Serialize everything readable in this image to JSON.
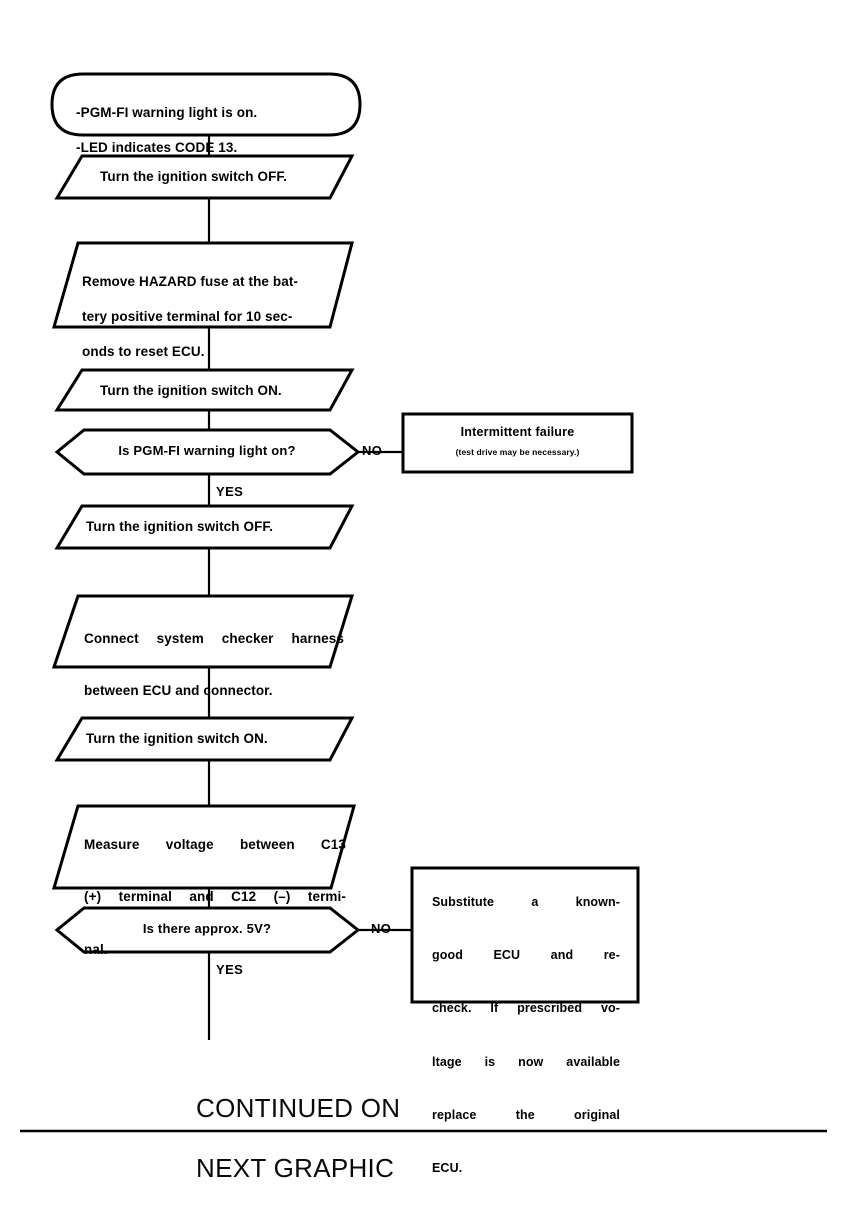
{
  "document": {
    "type": "troubleshooting-flowchart",
    "title_text_visible": false,
    "ink_color": "#000000",
    "background_color": "#ffffff"
  },
  "chart_data": {
    "type": "diagram",
    "subtype": "flowchart",
    "title": "",
    "nodes": [
      {
        "id": "start",
        "shape": "terminator",
        "lines": [
          "-PGM-FI warning light is on.",
          "-LED indicates CODE 13."
        ]
      },
      {
        "id": "step1",
        "shape": "parallelogram",
        "lines": [
          "Turn the ignition switch OFF."
        ]
      },
      {
        "id": "step2",
        "shape": "parallelogram",
        "lines": [
          "Remove HAZARD fuse at the bat-",
          "tery positive terminal for 10 sec-",
          "onds to reset ECU."
        ]
      },
      {
        "id": "step3",
        "shape": "parallelogram",
        "lines": [
          "Turn the ignition switch ON."
        ]
      },
      {
        "id": "decision1",
        "shape": "hexagon",
        "lines": [
          "Is PGM-FI warning light on?"
        ]
      },
      {
        "id": "result1",
        "shape": "rectangle",
        "title": "Intermittent failure",
        "subtitle": "(test drive may be necessary.)"
      },
      {
        "id": "step4",
        "shape": "parallelogram",
        "lines": [
          "Turn the ignition switch OFF."
        ]
      },
      {
        "id": "step5",
        "shape": "parallelogram",
        "lines": [
          "Connect system checker harness",
          "between ECU and connector."
        ]
      },
      {
        "id": "step6",
        "shape": "parallelogram",
        "lines": [
          "Turn the ignition switch ON."
        ]
      },
      {
        "id": "step7",
        "shape": "parallelogram",
        "lines": [
          "Measure voltage between C13",
          "(+) terminal and C12 (–) termi-",
          "nal."
        ]
      },
      {
        "id": "decision2",
        "shape": "hexagon",
        "lines": [
          "Is there approx. 5V?"
        ]
      },
      {
        "id": "result2",
        "shape": "rectangle",
        "lines": [
          "Substitute a known-",
          "good ECU and re-",
          "check. If prescribed vo-",
          "ltage is now available",
          "replace the original",
          "ECU."
        ]
      }
    ],
    "edge_labels": {
      "decision1_no": "NO",
      "decision1_yes": "YES",
      "decision2_no": "NO",
      "decision2_yes": "YES"
    },
    "footer": "CONTINUED ON\nNEXT GRAPHIC"
  },
  "nodes": {
    "start": {
      "line1": "-PGM-FI warning light is on.",
      "line2": "-LED indicates CODE 13."
    },
    "step1": {
      "text": "Turn the ignition switch OFF."
    },
    "step2": {
      "line1": "Remove HAZARD fuse at the bat-",
      "line2": "tery positive terminal for 10 sec-",
      "line3": "onds to reset ECU."
    },
    "step3": {
      "text": "Turn the ignition switch ON."
    },
    "decision1": {
      "text": "Is PGM-FI warning light on?"
    },
    "result1": {
      "title": "Intermittent failure",
      "subtitle": "(test drive may be necessary.)"
    },
    "step4": {
      "text": "Turn the ignition switch OFF."
    },
    "step5": {
      "line1": "Connect system checker harness",
      "line2": "between ECU and connector."
    },
    "step6": {
      "text": "Turn the ignition switch ON."
    },
    "step7": {
      "line1": "Measure voltage between C13",
      "line2": "(+) terminal and C12 (–) termi-",
      "line3": "nal."
    },
    "decision2": {
      "text": "Is there approx. 5V?"
    },
    "result2": {
      "line1": "Substitute a known-",
      "line2": "good ECU and re-",
      "line3": "check. If prescribed vo-",
      "line4": "ltage is now available",
      "line5": "replace the original",
      "line6": "ECU."
    }
  },
  "labels": {
    "no_1": "NO",
    "yes_1": "YES",
    "no_2": "NO",
    "yes_2": "YES"
  },
  "footer": {
    "line1": "CONTINUED ON",
    "line2": "NEXT GRAPHIC"
  }
}
